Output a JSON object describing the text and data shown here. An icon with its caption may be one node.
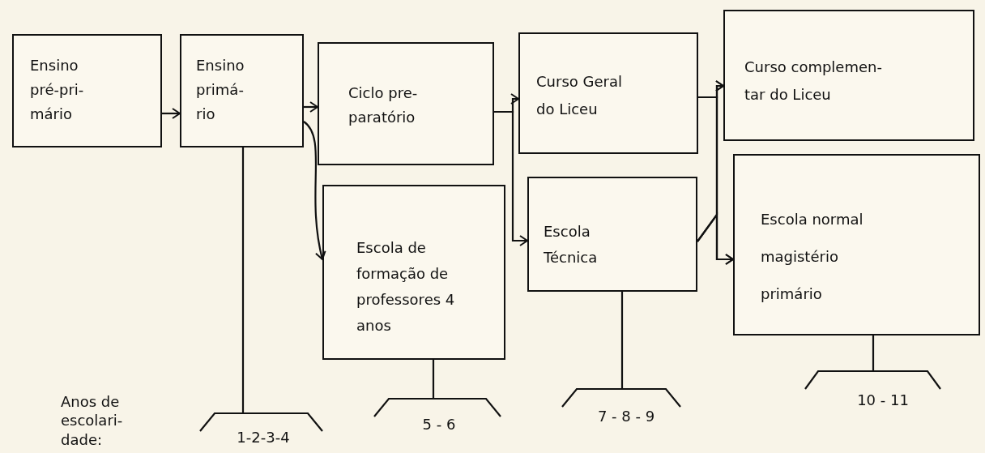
{
  "diagram": {
    "nodes": [
      {
        "text": [
          "Ensino pré-pri- mário"
        ]
      },
      {
        "text": [
          "Ensino primá- rio"
        ]
      },
      {
        "text": [
          "Ciclo pre- paratório"
        ]
      },
      {
        "text": [
          "Escola de formação de professores 4 anos"
        ]
      },
      {
        "text": [
          "Curso Geral do Liceu"
        ]
      },
      {
        "text": [
          "Escola Técnica"
        ]
      },
      {
        "text": [
          "Curso complemen- tar do Liceu"
        ]
      },
      {
        "text": [
          "Escola normal magistério primário"
        ]
      }
    ],
    "edges": [
      {
        "from": 0,
        "to": 1,
        "arrow": "to"
      },
      {
        "from": 1,
        "to": 2,
        "arrow": "to"
      },
      {
        "from": 1,
        "to": 3,
        "arrow": "to"
      },
      {
        "from": 2,
        "to": 4,
        "arrow": "to"
      },
      {
        "from": 2,
        "to": 5,
        "arrow": "to"
      },
      {
        "from": 4,
        "to": 6,
        "arrow": "to"
      },
      {
        "from": 4,
        "to": 7,
        "arrow": "to"
      },
      {
        "from": 5,
        "to": 6,
        "arrow": "to"
      },
      {
        "from": 5,
        "to": 7,
        "arrow": "to"
      }
    ],
    "labels": [
      "Anos de escolari- dade:",
      "1-2-3-4",
      "5 - 6",
      "7 - 8 - 9",
      "10 - 11"
    ]
  }
}
